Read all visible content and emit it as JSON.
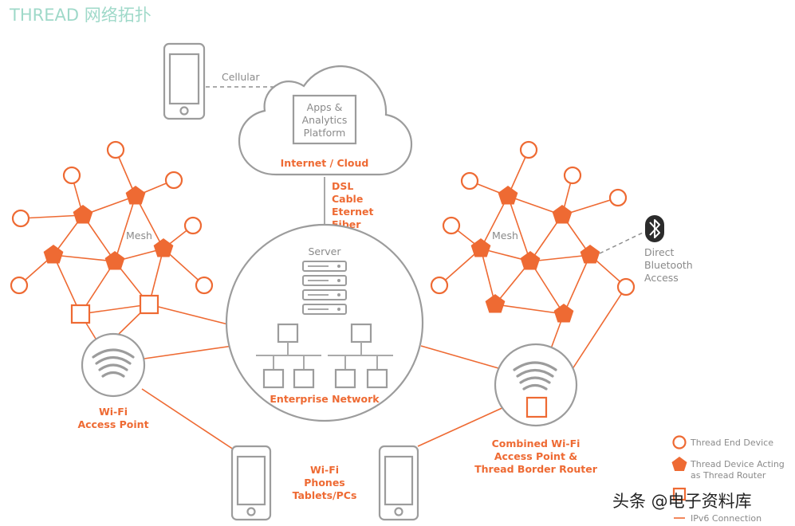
{
  "title": "THREAD 网络拓扑",
  "labels": {
    "cellular": "Cellular",
    "apps_line1": "Apps &",
    "apps_line2": "Analytics",
    "apps_line3": "Platform",
    "internet": "Internet / Cloud",
    "dsl": "DSL",
    "cable": "Cable",
    "eternet": "Eternet",
    "fiber": "Fiber",
    "server": "Server",
    "enterprise": "Enterprise Network",
    "mesh_left": "Mesh",
    "mesh_right": "Mesh",
    "bt_line1": "Direct",
    "bt_line2": "Bluetooth",
    "bt_line3": "Access",
    "wifi_ap_line1": "Wi-Fi",
    "wifi_ap_line2": "Access Point",
    "phones_line1": "Wi-Fi",
    "phones_line2": "Phones",
    "phones_line3": "Tablets/PCs",
    "combined_line1": "Combined Wi-Fi",
    "combined_line2": "Access Point &",
    "combined_line3": "Thread Border Router"
  },
  "legend": {
    "end_device": "Thread End Device",
    "router_line1": "Thread Device Acting",
    "router_line2": "as Thread Router",
    "ipv6": "IPv6 Connection"
  },
  "watermark": "头条 @电子资料库",
  "colors": {
    "accent": "#ee6a33",
    "gray": "#9c9c9c",
    "title": "#9fd9c9"
  },
  "icons": [
    "smartphone-icon",
    "cloud-icon",
    "server-icon",
    "network-tree-icon",
    "wifi-icon",
    "bluetooth-icon"
  ]
}
